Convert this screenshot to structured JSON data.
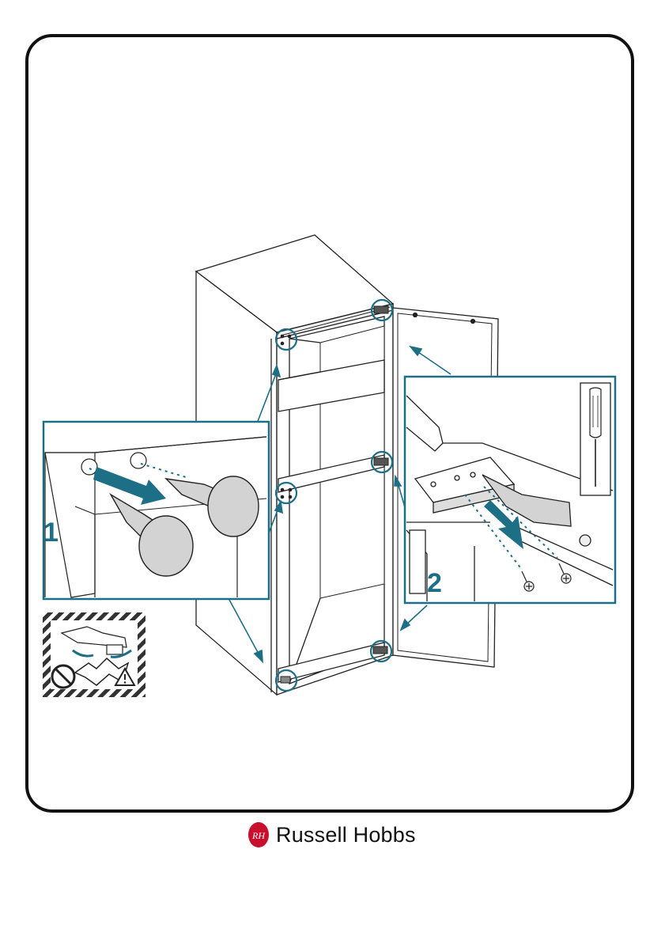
{
  "steps": {
    "step1": "1",
    "step2": "2"
  },
  "brand": {
    "name": "Russell Hobbs",
    "monogram": "RH"
  },
  "colors": {
    "accent": "#1d6f86",
    "outline": "#111111",
    "panel_fill": "#d3d3d3",
    "brand_red": "#c8102e"
  },
  "icons": [
    "screwdriver-icon",
    "warning-triangle-icon",
    "no-hand-icon",
    "hinge-pinch-hazard-icon",
    "screw-icon"
  ]
}
